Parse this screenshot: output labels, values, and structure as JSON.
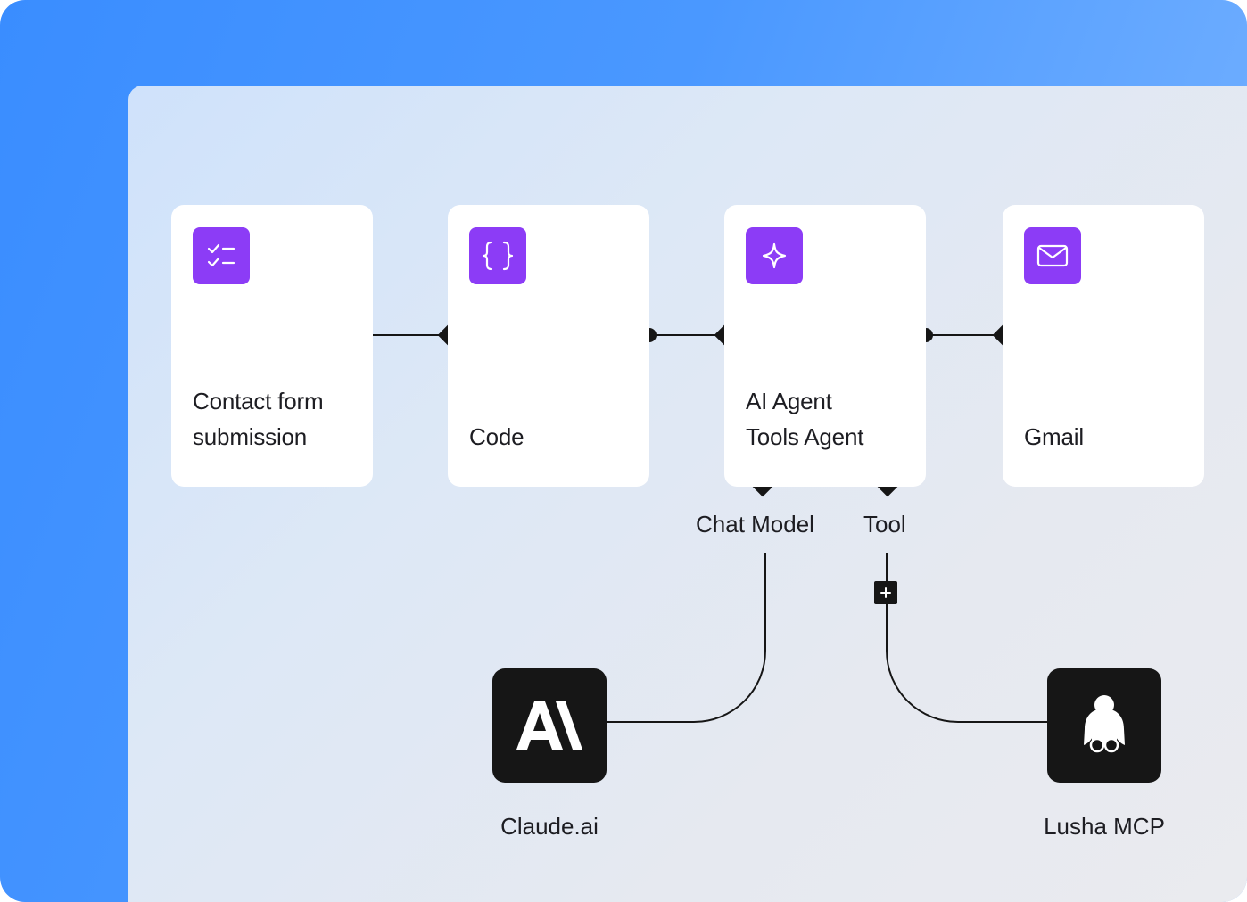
{
  "nodes": {
    "contact_form": {
      "line1": "Contact form",
      "line2": "submission",
      "icon": "checklist-icon"
    },
    "code": {
      "line1": "",
      "line2": "Code",
      "icon": "curly-braces-icon"
    },
    "ai_agent": {
      "line1": "AI Agent",
      "line2": "Tools Agent",
      "icon": "sparkle-icon"
    },
    "gmail": {
      "line1": "",
      "line2": "Gmail",
      "icon": "mail-icon"
    }
  },
  "ports": {
    "chat_model": "Chat Model",
    "tool": "Tool"
  },
  "integrations": {
    "claude": {
      "label": "Claude.ai",
      "logo_text": "A\\",
      "icon": "anthropic-logo"
    },
    "lusha": {
      "label": "Lusha MCP",
      "icon": "lusha-logo"
    }
  },
  "colors": {
    "accent": "#8c3cf6",
    "frame_blue": "#3a8dff",
    "connector": "#161616"
  }
}
